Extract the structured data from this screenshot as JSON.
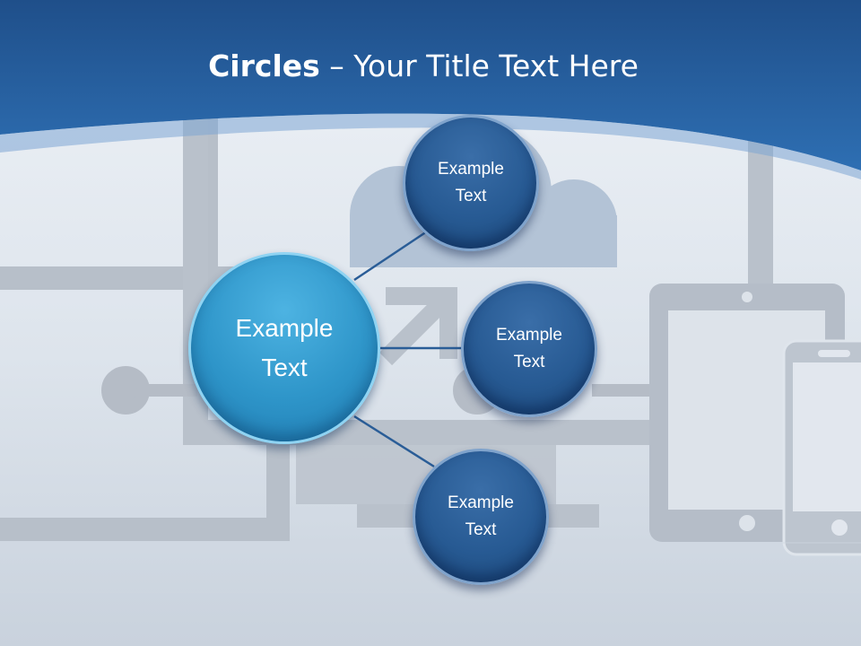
{
  "colors": {
    "header_band": "#2a64a6",
    "main_circle": "#2e95c9",
    "small_circle": "#275a93",
    "connector": "#2a5d97",
    "background_art": "#b9c1cb"
  },
  "title": {
    "bold": "Circles",
    "rest": " – Your Title Text Here"
  },
  "nodes": {
    "main": "Example\nText",
    "top": "Example\nText",
    "middle": "Example\nText",
    "bottom": "Example\nText"
  }
}
